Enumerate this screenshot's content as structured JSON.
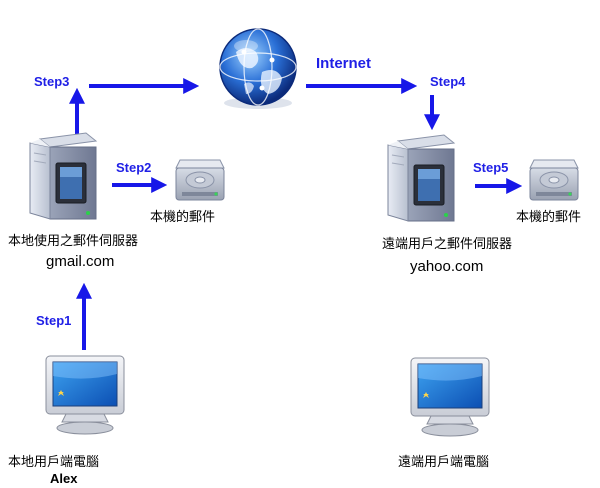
{
  "nodes": {
    "internet_label": "Internet",
    "local_server": {
      "label": "本地使用之郵件伺服器",
      "host": "gmail.com"
    },
    "remote_server": {
      "label": "遠端用戶之郵件伺服器",
      "host": "yahoo.com"
    },
    "local_mailbox": {
      "label": "本機的郵件"
    },
    "remote_mailbox": {
      "label": "本機的郵件"
    },
    "local_pc": {
      "label": "本地用戶端電腦",
      "user": "Alex"
    },
    "remote_pc": {
      "label": "遠端用戶端電腦"
    }
  },
  "steps": {
    "step1": "Step1",
    "step2": "Step2",
    "step3": "Step3",
    "step4": "Step4",
    "step5": "Step5"
  },
  "colors": {
    "arrow": "#1717e8",
    "step_text": "#1f1fe6"
  },
  "icons": {
    "globe": "globe-icon",
    "server": "server-icon",
    "hard_drive": "hard-drive-icon",
    "monitor": "monitor-icon"
  }
}
